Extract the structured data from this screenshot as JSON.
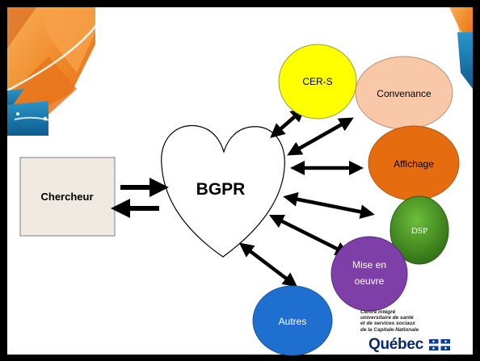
{
  "diagram": {
    "center": {
      "label": "BGPR"
    },
    "source": {
      "label": "Chercheur"
    },
    "nodes": [
      {
        "id": "cer-s",
        "label": "CER-S",
        "color": "#ffff00",
        "text_color": "#000000"
      },
      {
        "id": "convenance",
        "label": "Convenance",
        "color": "#f8c8a8",
        "text_color": "#000000"
      },
      {
        "id": "affichage",
        "label": "Affichage",
        "color": "#e56d0f",
        "text_color": "#000000"
      },
      {
        "id": "dsp",
        "label": "DSP",
        "color": "#3f8f1f",
        "text_color": "#ffffff"
      },
      {
        "id": "mise-en-oeuvre",
        "label_line1": "Mise en",
        "label_line2": "oeuvre",
        "color": "#7e3fa8",
        "text_color": "#ffffff"
      },
      {
        "id": "autres",
        "label": "Autres",
        "color": "#1f6fd0",
        "text_color": "#ffffff"
      }
    ]
  },
  "logo": {
    "line1": "Centre intégré",
    "line2": "universitaire de santé",
    "line3": "et de services sociaux",
    "line4": "de la Capitale-Nationale",
    "wordmark": "Québec"
  },
  "colors": {
    "border": "#000000",
    "accent_orange": "#f28a2e",
    "accent_blue": "#1e7fb8",
    "box_fill": "#efe9e2"
  }
}
